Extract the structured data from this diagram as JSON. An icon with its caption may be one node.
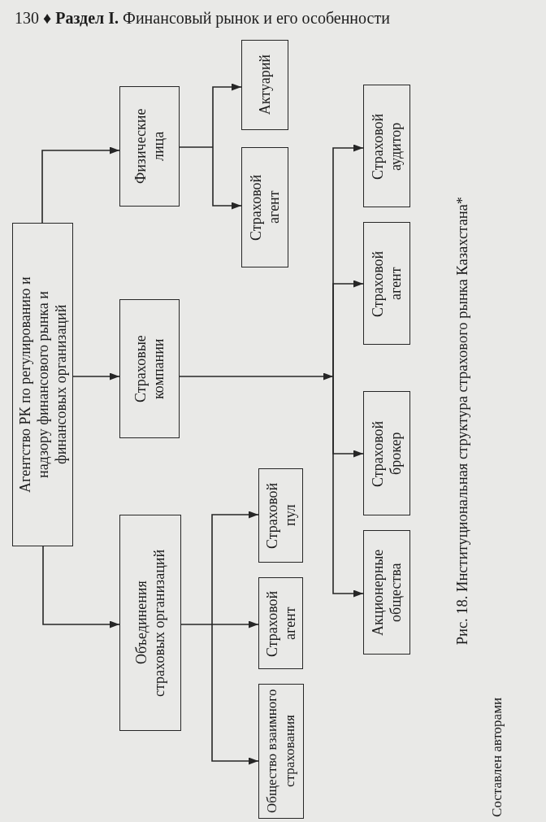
{
  "diagram": {
    "caption": "Рис. 18. Институциональная структура страхового рынка Казахстана*",
    "nodes": [
      {
        "text": [
          "Агентство РК по регулированию и надзору финансового рынка и финансовых организаций"
        ]
      },
      {
        "text": [
          "Физические лица"
        ]
      },
      {
        "text": [
          "Актуарий"
        ]
      },
      {
        "text": [
          "Страховой агент"
        ]
      },
      {
        "text": [
          "Страховые компании"
        ]
      },
      {
        "text": [
          "Страховой аудитор"
        ]
      },
      {
        "text": [
          "Страховой агент"
        ]
      },
      {
        "text": [
          "Страховой брокер"
        ]
      },
      {
        "text": [
          "Акционерные общества"
        ]
      },
      {
        "text": [
          "Объединения страховых организаций"
        ]
      },
      {
        "text": [
          "Страховой пул"
        ]
      },
      {
        "text": [
          "Страховой агент"
        ]
      },
      {
        "text": [
          "Общество взаимного страхования"
        ]
      }
    ],
    "edges": [
      {
        "from": 0,
        "to": 1,
        "arrow": "to"
      },
      {
        "from": 0,
        "to": 4,
        "arrow": "to"
      },
      {
        "from": 0,
        "to": 9,
        "arrow": "to"
      },
      {
        "from": 1,
        "to": 2,
        "arrow": "to"
      },
      {
        "from": 1,
        "to": 3,
        "arrow": "to"
      },
      {
        "from": 4,
        "to": 5,
        "arrow": "to"
      },
      {
        "from": 4,
        "to": 6,
        "arrow": "to"
      },
      {
        "from": 4,
        "to": 7,
        "arrow": "to"
      },
      {
        "from": 4,
        "to": 8,
        "arrow": "to"
      },
      {
        "from": 9,
        "to": 10,
        "arrow": "to"
      },
      {
        "from": 9,
        "to": 11,
        "arrow": "to"
      },
      {
        "from": 9,
        "to": 12,
        "arrow": "to"
      }
    ],
    "labels": [
      "130 ♦ **Раздел I.** Финансовый рынок и его особенности",
      "Составлен авторами"
    ]
  }
}
